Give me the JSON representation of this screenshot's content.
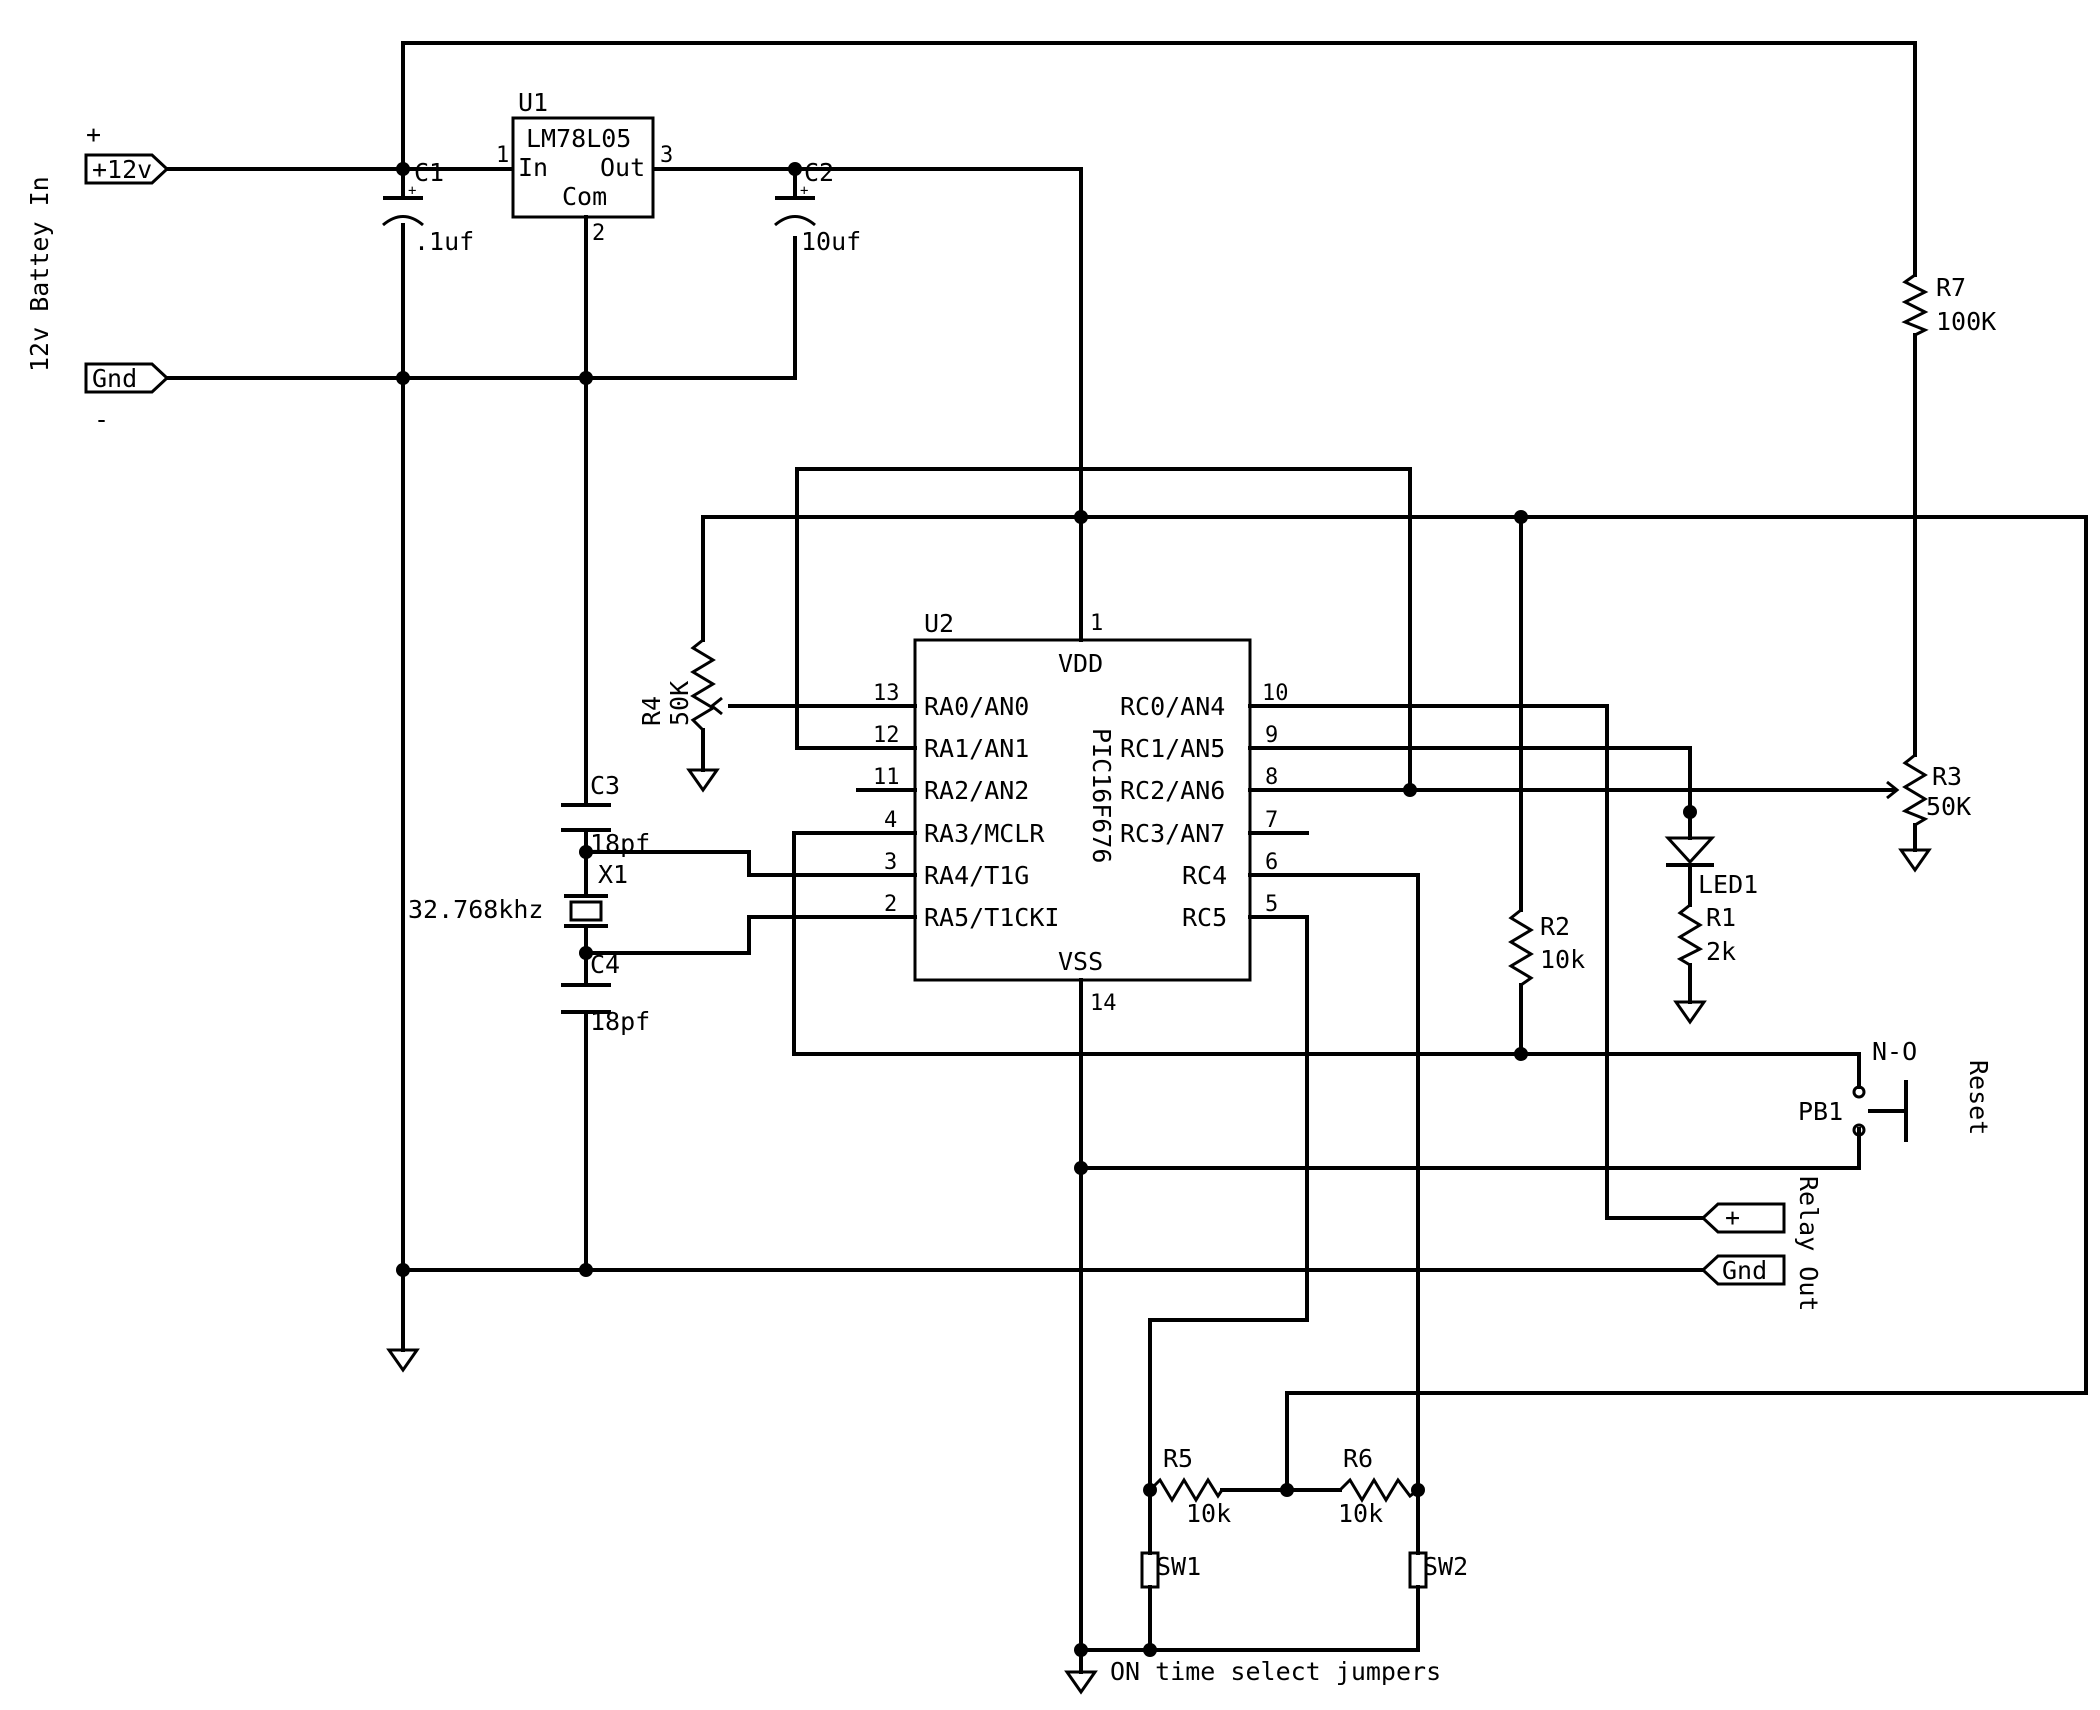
{
  "left_note": "12v Battey In",
  "ports": {
    "v12": "+12v",
    "gnd_in": "Gnd",
    "plus_sign": "+",
    "minus_sign": "-",
    "relay_plus": "+",
    "relay_gnd": "Gnd",
    "relay_label": "Relay Out",
    "reset_label": "Reset"
  },
  "u1": {
    "ref": "U1",
    "part": "LM78L05",
    "in": "In",
    "out": "Out",
    "com": "Com",
    "pin_in": "1",
    "pin_out": "3",
    "pin_com": "2"
  },
  "caps": {
    "c1": "C1",
    "c1_val": ".1uf",
    "c2": "C2",
    "c2_val": "10uf",
    "c3": "C3",
    "c3_val": "18pf",
    "c4": "C4",
    "c4_val": "18pf",
    "polarity": "+"
  },
  "crystal": {
    "ref": "X1",
    "freq": "32.768khz"
  },
  "u2": {
    "ref": "U2",
    "part": "PIC16F676",
    "vdd": "VDD",
    "vss": "VSS",
    "pin_vdd": "1",
    "pin_vss": "14",
    "left_pins": [
      {
        "num": "13",
        "name": "RA0/AN0"
      },
      {
        "num": "12",
        "name": "RA1/AN1"
      },
      {
        "num": "11",
        "name": "RA2/AN2"
      },
      {
        "num": "4",
        "name": "RA3/MCLR"
      },
      {
        "num": "3",
        "name": "RA4/T1G"
      },
      {
        "num": "2",
        "name": "RA5/T1CKI"
      }
    ],
    "right_pins": [
      {
        "num": "10",
        "name": "RC0/AN4"
      },
      {
        "num": "9",
        "name": "RC1/AN5"
      },
      {
        "num": "8",
        "name": "RC2/AN6"
      },
      {
        "num": "7",
        "name": "RC3/AN7"
      },
      {
        "num": "6",
        "name": "RC4"
      },
      {
        "num": "5",
        "name": "RC5"
      }
    ]
  },
  "resistors": {
    "r1": "R1",
    "r1_val": "2k",
    "r2": "R2",
    "r2_val": "10k",
    "r3": "R3",
    "r3_val": "50K",
    "r4": "R4",
    "r4_val": "50K",
    "r5": "R5",
    "r5_val": "10k",
    "r6": "R6",
    "r6_val": "10k",
    "r7": "R7",
    "r7_val": "100K"
  },
  "led": {
    "ref": "LED1"
  },
  "pushbutton": {
    "ref": "PB1",
    "type": "N-O"
  },
  "switches": {
    "sw1": "SW1",
    "sw2": "SW2",
    "caption": "ON time select jumpers"
  }
}
